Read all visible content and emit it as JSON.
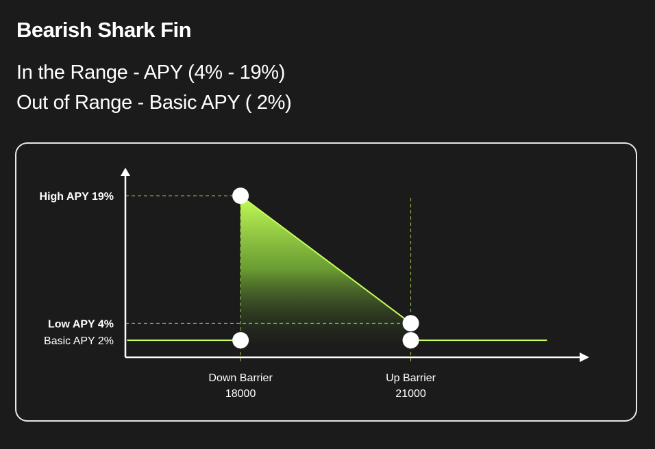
{
  "title": "Bearish Shark Fin",
  "subtitle_1": "In the Range - APY (4% - 19%)",
  "subtitle_2": "Out of Range - Basic APY ( 2%)",
  "colors": {
    "background": "#1b1b1b",
    "accent": "#c6ff5a",
    "axis": "#ffffff",
    "guide": "#c6ff5a"
  },
  "chart_data": {
    "type": "line",
    "x_ticks": [
      {
        "value": 18000,
        "label": "Down Barrier",
        "sublabel": "18000"
      },
      {
        "value": 21000,
        "label": "Up Barrier",
        "sublabel": "21000"
      }
    ],
    "y_ticks": [
      {
        "value": 19,
        "label": "High APY 19%"
      },
      {
        "value": 4,
        "label": "Low APY 4%"
      },
      {
        "value": 2,
        "label": "Basic APY 2%"
      }
    ],
    "series": [
      {
        "points": [
          {
            "x": 16000,
            "y": 2
          },
          {
            "x": 18000,
            "y": 2
          },
          {
            "x": 18000,
            "y": 19
          },
          {
            "x": 21000,
            "y": 4
          },
          {
            "x": 21000,
            "y": 2
          },
          {
            "x": 23400,
            "y": 2
          }
        ]
      }
    ],
    "markers": [
      {
        "x": 18000,
        "y": 19
      },
      {
        "x": 21000,
        "y": 4
      },
      {
        "x": 18000,
        "y": 2
      },
      {
        "x": 21000,
        "y": 2
      }
    ],
    "xlim": [
      15970,
      24000
    ],
    "ylim": [
      0,
      21.5
    ],
    "grid": false,
    "legend": "none"
  }
}
